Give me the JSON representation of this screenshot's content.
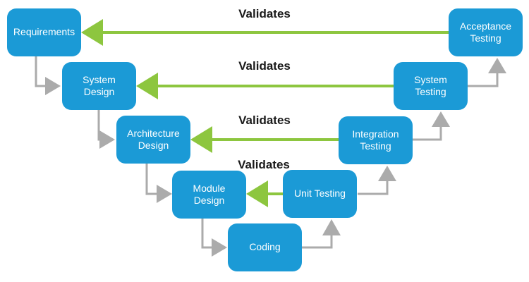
{
  "diagram": {
    "boxes": [
      {
        "id": "requirements",
        "label": "Requirements"
      },
      {
        "id": "system-design",
        "label": "System\nDesign"
      },
      {
        "id": "architecture-design",
        "label": "Architecture\nDesign"
      },
      {
        "id": "module-design",
        "label": "Module\nDesign"
      },
      {
        "id": "coding",
        "label": "Coding"
      },
      {
        "id": "unit-testing",
        "label": "Unit Testing"
      },
      {
        "id": "integration-testing",
        "label": "Integration\nTesting"
      },
      {
        "id": "system-testing",
        "label": "System\nTesting"
      },
      {
        "id": "acceptance-testing",
        "label": "Acceptance\nTesting"
      }
    ],
    "validates_labels": [
      "Validates",
      "Validates",
      "Validates",
      "Validates"
    ],
    "colors": {
      "box_blue": "#1B9AD6",
      "box_text": "#FFFFFF",
      "validates_green": "#8DC63F",
      "flow_gray": "#ABABAB",
      "validates_text": "#1A1A1A",
      "background": "#FFFFFF"
    }
  }
}
